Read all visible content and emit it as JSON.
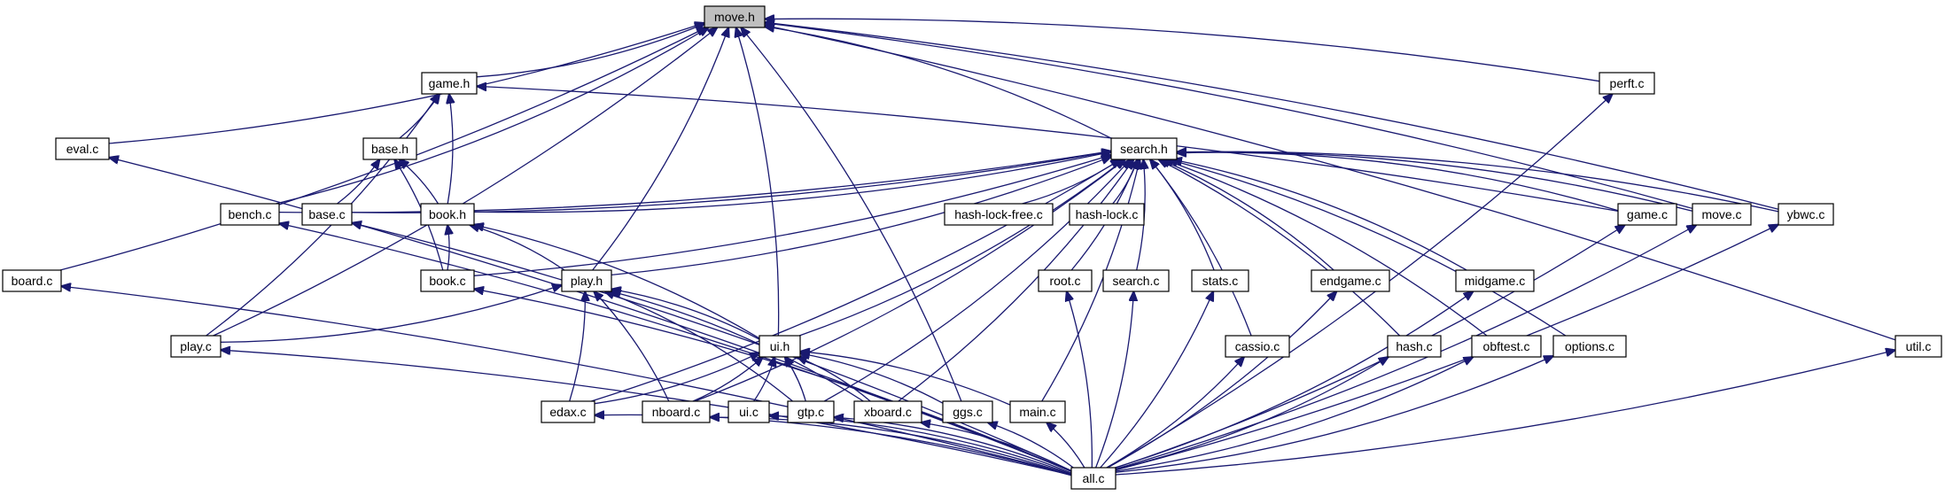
{
  "nodes": {
    "move_h": "move.h",
    "game_h": "game.h",
    "perft_c": "perft.c",
    "eval_c": "eval.c",
    "base_h": "base.h",
    "search_h": "search.h",
    "board_c": "board.c",
    "bench_c": "bench.c",
    "base_c": "base.c",
    "book_h": "book.h",
    "hash_lock_free_c": "hash-lock-free.c",
    "hash_lock_c": "hash-lock.c",
    "game_c": "game.c",
    "move_c": "move.c",
    "ybwc_c": "ybwc.c",
    "book_c": "book.c",
    "play_h": "play.h",
    "root_c": "root.c",
    "search_c": "search.c",
    "stats_c": "stats.c",
    "endgame_c": "endgame.c",
    "midgame_c": "midgame.c",
    "play_c": "play.c",
    "ui_h": "ui.h",
    "cassio_c": "cassio.c",
    "hash_c": "hash.c",
    "obftest_c": "obftest.c",
    "options_c": "options.c",
    "util_c": "util.c",
    "edax_c": "edax.c",
    "nboard_c": "nboard.c",
    "ui_c": "ui.c",
    "gtp_c": "gtp.c",
    "xboard_c": "xboard.c",
    "ggs_c": "ggs.c",
    "main_c": "main.c",
    "all_c": "all.c"
  },
  "colors": {
    "edge": "#191970",
    "node_border": "#000000",
    "node_fill": "#ffffff",
    "highlight_fill": "#bfbfbf"
  },
  "edges": [
    [
      "game_h",
      "move_h"
    ],
    [
      "perft_c",
      "move_h"
    ],
    [
      "eval_c",
      "move_h"
    ],
    [
      "board_c",
      "move_h"
    ],
    [
      "search_h",
      "move_h"
    ],
    [
      "bench_c",
      "move_h"
    ],
    [
      "play_c",
      "move_h"
    ],
    [
      "play_h",
      "move_h"
    ],
    [
      "ui_h",
      "move_h"
    ],
    [
      "ggs_c",
      "move_h"
    ],
    [
      "move_c",
      "move_h"
    ],
    [
      "ybwc_c",
      "move_h"
    ],
    [
      "util_c",
      "move_h"
    ],
    [
      "base_h",
      "game_h"
    ],
    [
      "book_h",
      "game_h"
    ],
    [
      "play_c",
      "game_h"
    ],
    [
      "game_c",
      "game_h"
    ],
    [
      "base_c",
      "base_h"
    ],
    [
      "book_h",
      "base_h"
    ],
    [
      "book_c",
      "base_h"
    ],
    [
      "book_c",
      "book_h"
    ],
    [
      "play_h",
      "book_h"
    ],
    [
      "ui_h",
      "book_h"
    ],
    [
      "bench_c",
      "search_h"
    ],
    [
      "base_c",
      "search_h"
    ],
    [
      "book_h",
      "search_h"
    ],
    [
      "book_c",
      "search_h"
    ],
    [
      "play_h",
      "search_h"
    ],
    [
      "hash_lock_free_c",
      "search_h"
    ],
    [
      "hash_lock_c",
      "search_h"
    ],
    [
      "game_c",
      "search_h"
    ],
    [
      "move_c",
      "search_h"
    ],
    [
      "ybwc_c",
      "search_h"
    ],
    [
      "root_c",
      "search_h"
    ],
    [
      "search_c",
      "search_h"
    ],
    [
      "stats_c",
      "search_h"
    ],
    [
      "endgame_c",
      "search_h"
    ],
    [
      "midgame_c",
      "search_h"
    ],
    [
      "ui_h",
      "search_h"
    ],
    [
      "cassio_c",
      "search_h"
    ],
    [
      "hash_c",
      "search_h"
    ],
    [
      "obftest_c",
      "search_h"
    ],
    [
      "options_c",
      "search_h"
    ],
    [
      "edax_c",
      "search_h"
    ],
    [
      "nboard_c",
      "search_h"
    ],
    [
      "gtp_c",
      "search_h"
    ],
    [
      "xboard_c",
      "search_h"
    ],
    [
      "main_c",
      "search_h"
    ],
    [
      "play_c",
      "play_h"
    ],
    [
      "ui_h",
      "play_h"
    ],
    [
      "edax_c",
      "play_h"
    ],
    [
      "nboard_c",
      "play_h"
    ],
    [
      "gtp_c",
      "play_h"
    ],
    [
      "xboard_c",
      "play_h"
    ],
    [
      "edax_c",
      "ui_h"
    ],
    [
      "nboard_c",
      "ui_h"
    ],
    [
      "ui_c",
      "ui_h"
    ],
    [
      "gtp_c",
      "ui_h"
    ],
    [
      "xboard_c",
      "ui_h"
    ],
    [
      "ggs_c",
      "ui_h"
    ],
    [
      "main_c",
      "ui_h"
    ],
    [
      "all_c",
      "board_c"
    ],
    [
      "all_c",
      "eval_c"
    ],
    [
      "all_c",
      "bench_c"
    ],
    [
      "all_c",
      "base_c"
    ],
    [
      "all_c",
      "book_c"
    ],
    [
      "all_c",
      "play_c"
    ],
    [
      "all_c",
      "edax_c"
    ],
    [
      "all_c",
      "nboard_c"
    ],
    [
      "all_c",
      "ui_c"
    ],
    [
      "all_c",
      "gtp_c"
    ],
    [
      "all_c",
      "xboard_c"
    ],
    [
      "all_c",
      "ggs_c"
    ],
    [
      "all_c",
      "main_c"
    ],
    [
      "all_c",
      "root_c"
    ],
    [
      "all_c",
      "search_c"
    ],
    [
      "all_c",
      "stats_c"
    ],
    [
      "all_c",
      "cassio_c"
    ],
    [
      "all_c",
      "endgame_c"
    ],
    [
      "all_c",
      "hash_c"
    ],
    [
      "all_c",
      "midgame_c"
    ],
    [
      "all_c",
      "obftest_c"
    ],
    [
      "all_c",
      "options_c"
    ],
    [
      "all_c",
      "game_c"
    ],
    [
      "all_c",
      "move_c"
    ],
    [
      "all_c",
      "ybwc_c"
    ],
    [
      "all_c",
      "perft_c"
    ],
    [
      "all_c",
      "util_c"
    ]
  ]
}
